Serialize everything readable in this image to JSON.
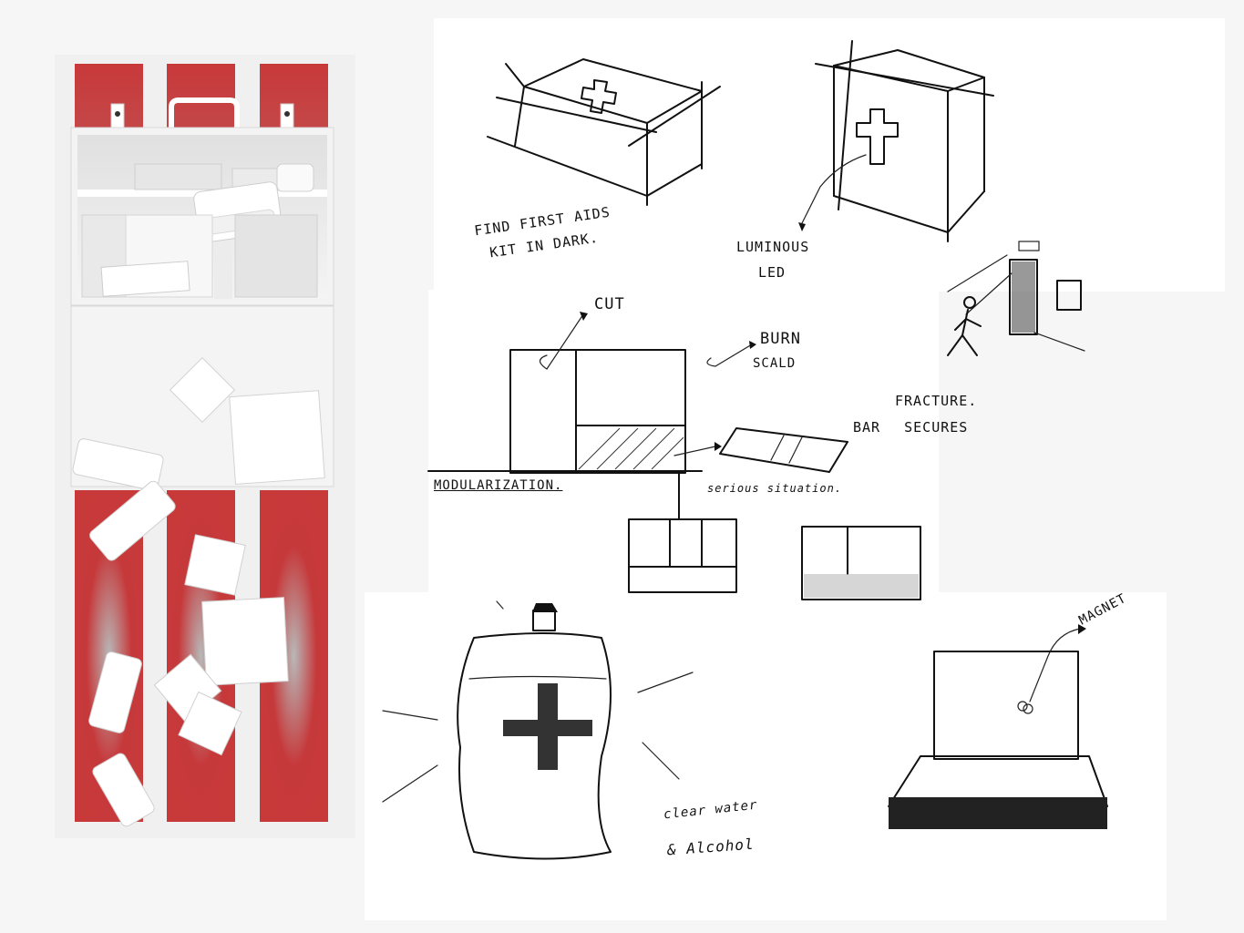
{
  "annotations": {
    "dark_kit_line1": "FIND FIRST AIDS",
    "dark_kit_line2": "KIT IN DARK.",
    "luminous_line1": "LUMINOUS",
    "luminous_line2": "LED",
    "cut": "CUT",
    "burn": "BURN",
    "scald": "SCALD",
    "fracture": "FRACTURE.",
    "bar_secures": "BAR SECURES",
    "modularization": "MODULARIZATION.",
    "serious_situation": "serious situation.",
    "magnet": "MAGNET",
    "clear_water": "clear water",
    "alcohol": "& Alcohol"
  },
  "colors": {
    "panel_red": "#c8393a",
    "cabinet_white": "#f2f2f2",
    "sketch_ink": "#111111"
  }
}
